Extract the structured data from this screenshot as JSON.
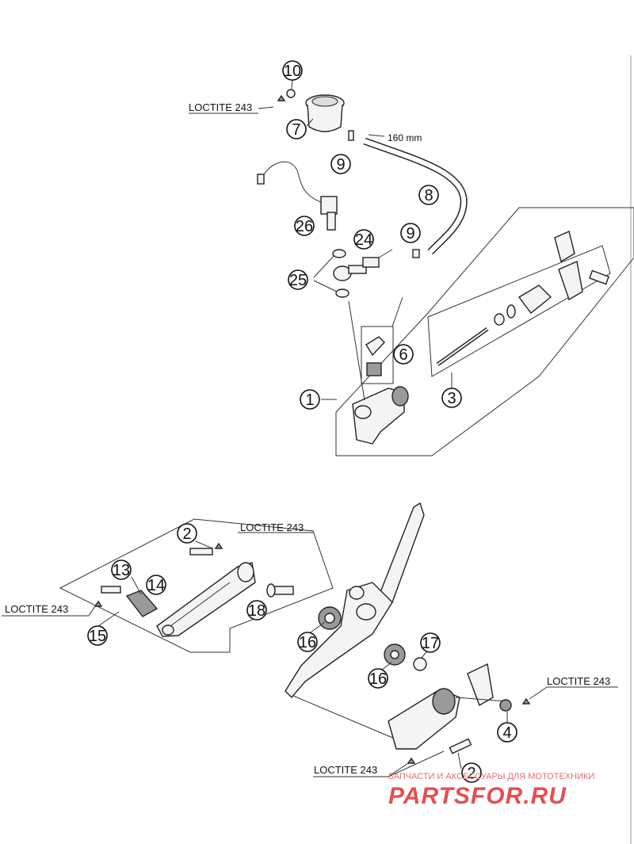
{
  "callouts": [
    {
      "id": "c10",
      "label": "10"
    },
    {
      "id": "c7",
      "label": "7"
    },
    {
      "id": "c9a",
      "label": "9"
    },
    {
      "id": "c8",
      "label": "8"
    },
    {
      "id": "c26",
      "label": "26"
    },
    {
      "id": "c24",
      "label": "24"
    },
    {
      "id": "c9b",
      "label": "9"
    },
    {
      "id": "c25",
      "label": "25"
    },
    {
      "id": "c6",
      "label": "6"
    },
    {
      "id": "c1",
      "label": "1"
    },
    {
      "id": "c3",
      "label": "3"
    },
    {
      "id": "c2a",
      "label": "2"
    },
    {
      "id": "c13",
      "label": "13"
    },
    {
      "id": "c14",
      "label": "14"
    },
    {
      "id": "c18",
      "label": "18"
    },
    {
      "id": "c15",
      "label": "15"
    },
    {
      "id": "c16a",
      "label": "16"
    },
    {
      "id": "c17",
      "label": "17"
    },
    {
      "id": "c16b",
      "label": "16"
    },
    {
      "id": "c4",
      "label": "4"
    },
    {
      "id": "c2b",
      "label": "2"
    }
  ],
  "loctite_labels": [
    "LOCTITE 243",
    "LOCTITE 243",
    "LOCTITE 243",
    "LOCTITE 243",
    "LOCTITE 243"
  ],
  "dimension": "160 mm",
  "watermark": {
    "tagline": "ЗАПЧАСТИ И АКСЕССУАРЫ ДЛЯ МОТОТЕХНИКИ",
    "brand": "PARTSFOR.RU",
    "color": "#e35050"
  }
}
